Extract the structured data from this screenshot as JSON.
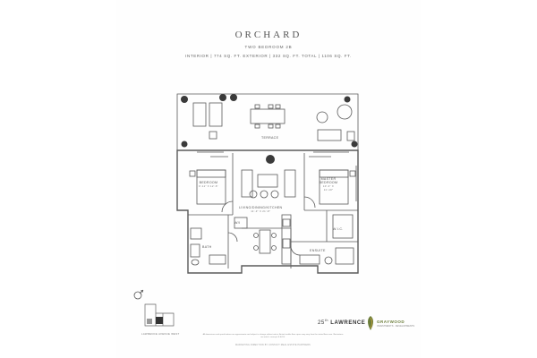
{
  "suite": {
    "name": "ORCHARD",
    "type": "TWO BEDROOM 2B",
    "areas": "INTERIOR | 774 SQ. FT.    EXTERIOR | 332 SQ. FT.    TOTAL | 1106 SQ. FT."
  },
  "rooms": {
    "terrace": "TERRACE",
    "bedroom": "BEDROOM",
    "bedroom_dim": "9'-11\" X 12'-6\"",
    "master": "MASTER BEDROOM",
    "master_dim": "10'-3\" X 11'-10\"",
    "living": "LIVING/DINING/KITCHEN",
    "living_dim": "11'-3\" X 21'-8\"",
    "wic": "W.I.C.",
    "bath": "BATH",
    "ensuite": "ENSUITE",
    "wic2": "W/I"
  },
  "keyplan": {
    "label": "LAWRENCE AVENUE WEST"
  },
  "branding": {
    "project_num": "25",
    "project_sup": "th",
    "project_name": "LAWRENCE",
    "developer": "GRAYWOOD",
    "developer_sub": "INVESTMENTS · DEVELOPMENTS"
  },
  "disclaimer": "All dimensions and specifications are approximate and subject to change without notice. Actual usable floor space may vary from the stated floor area. Illustrations are artist's concept. E.&O.E.",
  "marketing": "MARKETING DIRECTION BY CONTACT REAL ESTATE PARTNERS",
  "colors": {
    "line": "#5a5a5a",
    "accent": "#6b7d3a",
    "fixture": "#333333"
  }
}
